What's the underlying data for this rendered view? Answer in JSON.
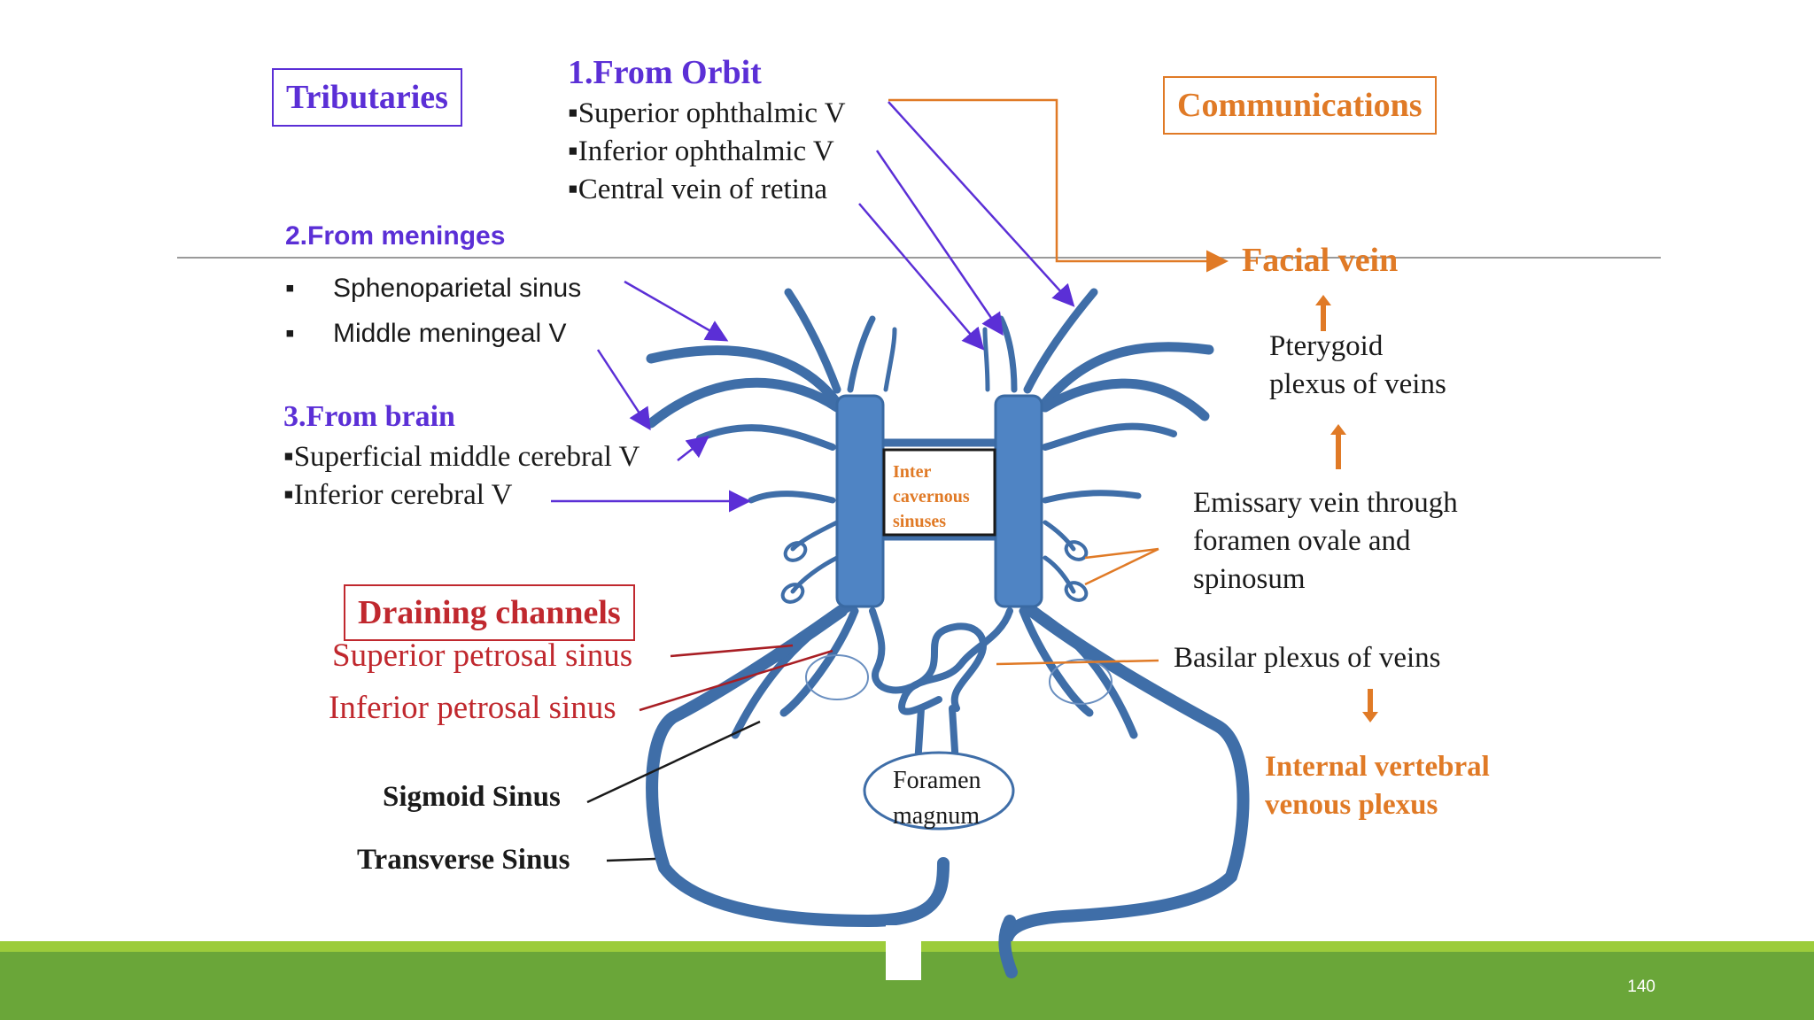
{
  "tributaries": {
    "title": "Tributaries",
    "from_orbit": {
      "heading": "1.From Orbit",
      "items": [
        "▪Superior ophthalmic  V",
        "▪Inferior ophthalmic  V",
        "▪Central vein of retina"
      ]
    },
    "from_meninges": {
      "heading": "2.From meninges",
      "items": [
        "Sphenoparietal sinus",
        "Middle meningeal V"
      ],
      "bullet": "▪"
    },
    "from_brain": {
      "heading": "3.From brain",
      "items": [
        "▪Superficial middle cerebral V",
        "▪Inferior cerebral  V"
      ]
    }
  },
  "communications": {
    "title": "Communications",
    "facial_vein": "Facial vein",
    "pterygoid": [
      "Pterygoid",
      "plexus of veins"
    ],
    "emissary": [
      "Emissary vein  through",
      "foramen ovale and",
      "spinosum"
    ],
    "basilar": "Basilar plexus of veins",
    "internal_vertebral": [
      "Internal vertebral",
      "venous plexus"
    ]
  },
  "center": {
    "intercavernous": [
      "Inter",
      "cavernous",
      "sinuses"
    ],
    "foramen": [
      "Foramen",
      "magnum"
    ]
  },
  "draining": {
    "title": "Draining channels",
    "superior_petrosal": "Superior petrosal sinus",
    "inferior_petrosal": "Inferior petrosal sinus",
    "sigmoid": "Sigmoid Sinus",
    "transverse": "Transverse Sinus"
  },
  "footer": {
    "page_number": "140"
  },
  "colors": {
    "purple": "#5b2fd6",
    "orange": "#e07a26",
    "red": "#c0282e",
    "vein": "#3f6ea8",
    "footer": "#6aa639"
  }
}
